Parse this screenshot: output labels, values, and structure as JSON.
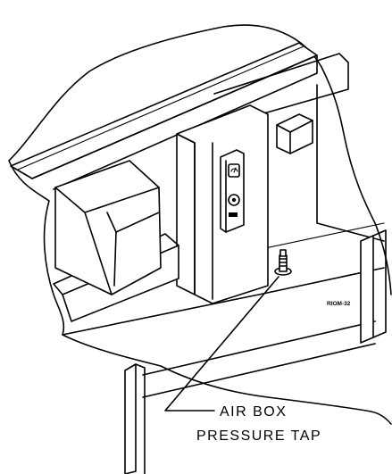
{
  "callout": {
    "line1": "AIR BOX",
    "line2": "PRESSURE TAP"
  },
  "reference_code": "RIOM-32",
  "icons": [
    "pressure-tap-fitting-icon",
    "panel-gauge-icon",
    "panel-button-icon"
  ]
}
